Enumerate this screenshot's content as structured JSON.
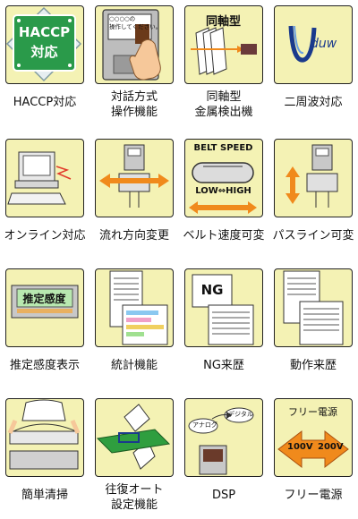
{
  "tiles": [
    {
      "id": "haccp",
      "label_lines": [
        "HACCP対応"
      ],
      "icon_text": [
        "HACCP",
        "対応"
      ]
    },
    {
      "id": "dialog",
      "label_lines": [
        "対話方式",
        "操作機能"
      ],
      "icon_text": [
        "○○○○の",
        "操作してください。"
      ]
    },
    {
      "id": "coaxial",
      "label_lines": [
        "同軸型",
        "金属検出機"
      ],
      "icon_text": [
        "同軸型"
      ]
    },
    {
      "id": "dual-wave",
      "label_lines": [
        "二周波対応"
      ],
      "icon_text": [
        "duw"
      ]
    },
    {
      "id": "online",
      "label_lines": [
        "オンライン対応"
      ]
    },
    {
      "id": "flow-direction",
      "label_lines": [
        "流れ方向変更"
      ]
    },
    {
      "id": "belt-speed",
      "label_lines": [
        "ベルト速度可変"
      ],
      "icon_text": [
        "BELT SPEED",
        "LOW⇔HIGH"
      ]
    },
    {
      "id": "passline",
      "label_lines": [
        "パスライン可変"
      ]
    },
    {
      "id": "sensitivity",
      "label_lines": [
        "推定感度表示"
      ],
      "icon_text": [
        "推定感度"
      ]
    },
    {
      "id": "statistics",
      "label_lines": [
        "統計機能"
      ]
    },
    {
      "id": "ng-history",
      "label_lines": [
        "NG来歴"
      ],
      "icon_text": [
        "NG"
      ]
    },
    {
      "id": "operation-history",
      "label_lines": [
        "動作来歴"
      ]
    },
    {
      "id": "easy-clean",
      "label_lines": [
        "簡単清掃"
      ]
    },
    {
      "id": "auto-reciprocal",
      "label_lines": [
        "往復オート",
        "設定機能"
      ]
    },
    {
      "id": "dsp",
      "label_lines": [
        "DSP"
      ],
      "icon_text": [
        "アナログ",
        "デジタル"
      ]
    },
    {
      "id": "free-power",
      "label_lines": [
        "フリー電源"
      ],
      "icon_text": [
        "フリー電源",
        "100V",
        "200V"
      ]
    }
  ],
  "colors": {
    "tile_bg": "#f4f2b4",
    "orange": "#f08a1c",
    "green": "#2f9e3f",
    "navy": "#1a3a8c"
  }
}
